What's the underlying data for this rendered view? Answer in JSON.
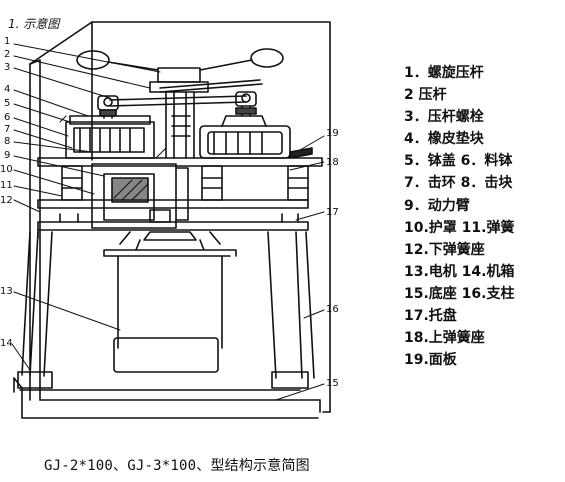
{
  "diagram_title": "1. 示意图",
  "part_numbers": [
    "1",
    "2",
    "3",
    "4",
    "5",
    "6",
    "7",
    "8",
    "9",
    "10",
    "11",
    "12",
    "13",
    "14",
    "15",
    "16",
    "17",
    "18",
    "19"
  ],
  "legend": [
    "1．螺旋压杆",
    "2  压杆",
    "3．压杆螺栓",
    "4．橡皮垫块",
    "5．钵盖   6．料钵",
    "7．击环   8．击块",
    "9．动力臂",
    "10.护罩  11.弹簧",
    "12.下弹簧座",
    "13.电机  14.机箱",
    "15.底座  16.支柱",
    "17.托盘",
    "18.上弹簧座",
    "19.面板"
  ],
  "caption": "GJ-2*100、GJ-3*100、型结构示意简图"
}
